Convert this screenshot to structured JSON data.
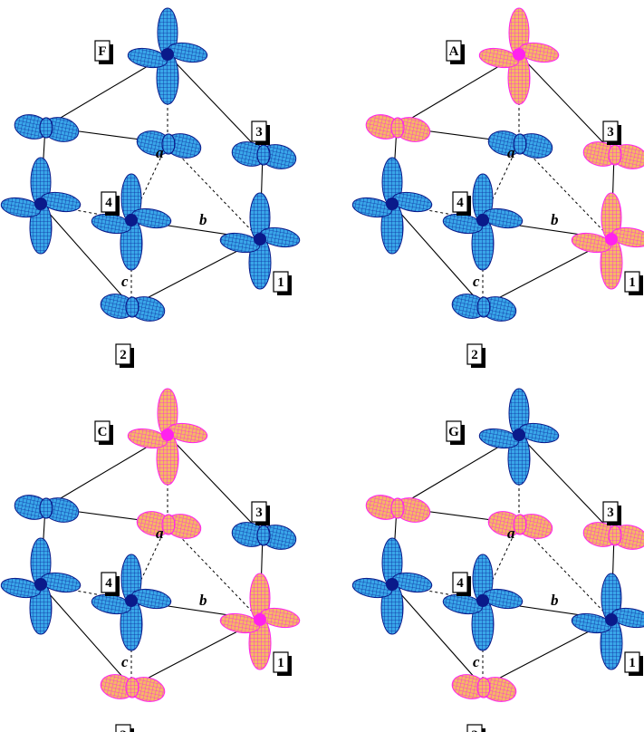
{
  "panels": [
    {
      "title": "F",
      "lobe_colors": [
        "blue",
        "blue",
        "blue",
        "blue",
        "blue",
        "blue",
        "blue",
        "blue"
      ]
    },
    {
      "title": "A",
      "lobe_colors": [
        "pink",
        "pink",
        "blue",
        "pink",
        "blue",
        "blue",
        "pink",
        "blue"
      ]
    },
    {
      "title": "C",
      "lobe_colors": [
        "pink",
        "blue",
        "pink",
        "blue",
        "blue",
        "blue",
        "pink",
        "pink"
      ]
    },
    {
      "title": "G",
      "lobe_colors": [
        "blue",
        "pink",
        "pink",
        "pink",
        "blue",
        "blue",
        "blue",
        "pink"
      ]
    }
  ],
  "site_labels": [
    "1",
    "2",
    "3",
    "4"
  ],
  "axis_labels": {
    "a": "a",
    "b": "b",
    "c": "c"
  },
  "colors": {
    "blue_fill": "#2f8fd6",
    "blue_dark": "#0a1a8a",
    "pink_fill": "#f0b060",
    "pink_edge": "#ff22ee"
  }
}
